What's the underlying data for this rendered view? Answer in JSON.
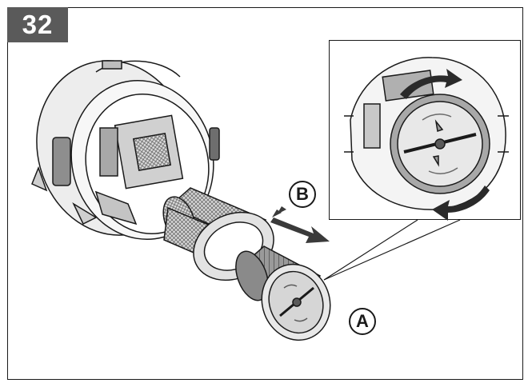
{
  "step": {
    "number": "32"
  },
  "callouts": {
    "a": "A",
    "b": "B"
  },
  "colors": {
    "badge": "#5a5a5a",
    "line": "#1a1a1a",
    "fill_light": "#e6e6e6",
    "fill_mid": "#bdbdbd",
    "fill_dark": "#6e6e6e"
  }
}
